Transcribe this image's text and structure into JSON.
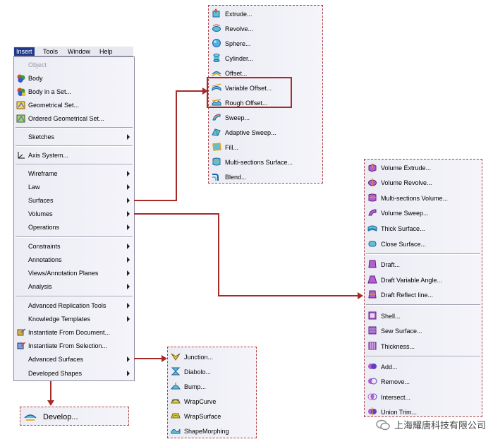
{
  "menubar": {
    "items": [
      "Insert",
      "Tools",
      "Window",
      "Help"
    ]
  },
  "insert_menu": {
    "object": "Object",
    "body": "Body",
    "body_in_set": "Body in a Set...",
    "geometrical_set": "Geometrical Set...",
    "ordered_geometrical_set": "Ordered Geometrical Set...",
    "sketches": "Sketches",
    "axis_system": "Axis System...",
    "wireframe": "Wireframe",
    "law": "Law",
    "surfaces": "Surfaces",
    "volumes": "Volumes",
    "operations": "Operations",
    "constraints": "Constraints",
    "annotations": "Annotations",
    "views_annotation_planes": "Views/Annotation Planes",
    "analysis": "Analysis",
    "advanced_replication_tools": "Advanced Replication Tools",
    "knowledge_templates": "Knowledge Templates",
    "instantiate_from_document": "Instantiate From Document...",
    "instantiate_from_selection": "Instantiate From Selection...",
    "advanced_surfaces": "Advanced Surfaces",
    "developed_shapes": "Developed Shapes"
  },
  "surfaces_menu": [
    "Extrude...",
    "Revolve...",
    "Sphere...",
    "Cylinder...",
    "Offset...",
    "Variable Offset...",
    "Rough Offset...",
    "Sweep...",
    "Adaptive Sweep...",
    "Fill...",
    "Multi-sections Surface...",
    "Blend..."
  ],
  "volumes_menu": [
    "Volume Extrude...",
    "Volume Revolve...",
    "Multi-sections Volume...",
    "Volume Sweep...",
    "Thick Surface...",
    "Close Surface...",
    "Draft...",
    "Draft Variable Angle...",
    "Draft Reflect line...",
    "Shell...",
    "Sew Surface...",
    "Thickness...",
    "Add...",
    "Remove...",
    "Intersect...",
    "Union Trim..."
  ],
  "advanced_surfaces_menu": [
    "Junction...",
    "Diabolo...",
    "Bump...",
    "WrapCurve",
    "WrapSurface",
    "ShapeMorphing"
  ],
  "developed_shapes_menu": {
    "develop": "Develop..."
  },
  "watermark": {
    "text": "上海耀唐科技有限公司"
  },
  "colors": {
    "connector": "#a52a2a",
    "menubar_active": "#1f3a8c"
  }
}
